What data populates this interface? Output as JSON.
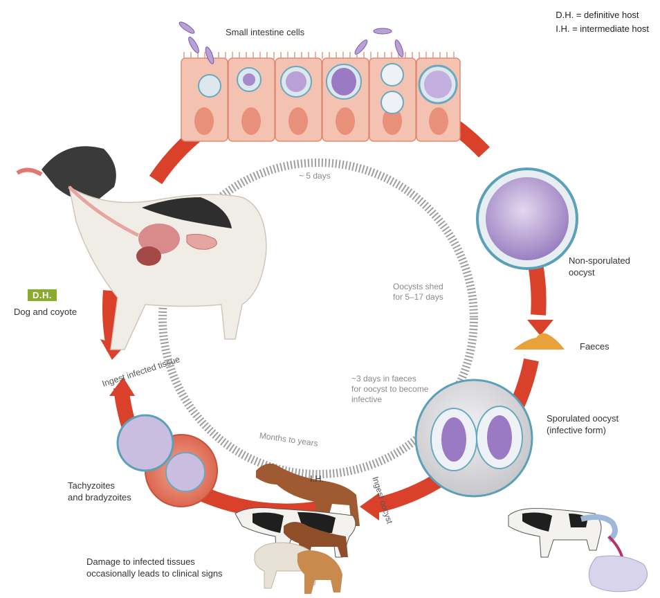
{
  "legend": {
    "dh": "D.H. = definitive host",
    "ih": "I.H. = intermediate host"
  },
  "labels": {
    "small_intestine": "Small intestine cells",
    "five_days": "~ 5 days",
    "oocysts_shed": "Oocysts shed\nfor 5–17 days",
    "three_days": "~3 days in faeces\nfor oocyst to become\ninfective",
    "months_to_years": "Months to years",
    "non_sporulated": "Non-sporulated\noocyst",
    "faeces": "Faeces",
    "sporulated": "Sporulated oocyst\n(infective form)",
    "ingest_oocyst": "Ingest oocyst",
    "ih": "I.H.",
    "tachyzoites": "Tachyzoites\nand bradyzoites",
    "damage": "Damage to infected tissues\noccasionally leads to clinical signs",
    "ingest_tissue": "Ingest infected tissue",
    "dh_badge": "D.H.",
    "dog_coyote": "Dog and coyote"
  },
  "colors": {
    "cycle_arrow": "#d9412b",
    "cell_fill": "#f4c2b0",
    "oocyst_purple": "#a78bc9",
    "dh_badge": "#8aab2e",
    "faeces": "#e8a23a"
  },
  "icons": {
    "dog": "dog-illustration",
    "horse": "horse-icon",
    "cow": "cow-icon",
    "sheep": "sheep-icon"
  }
}
